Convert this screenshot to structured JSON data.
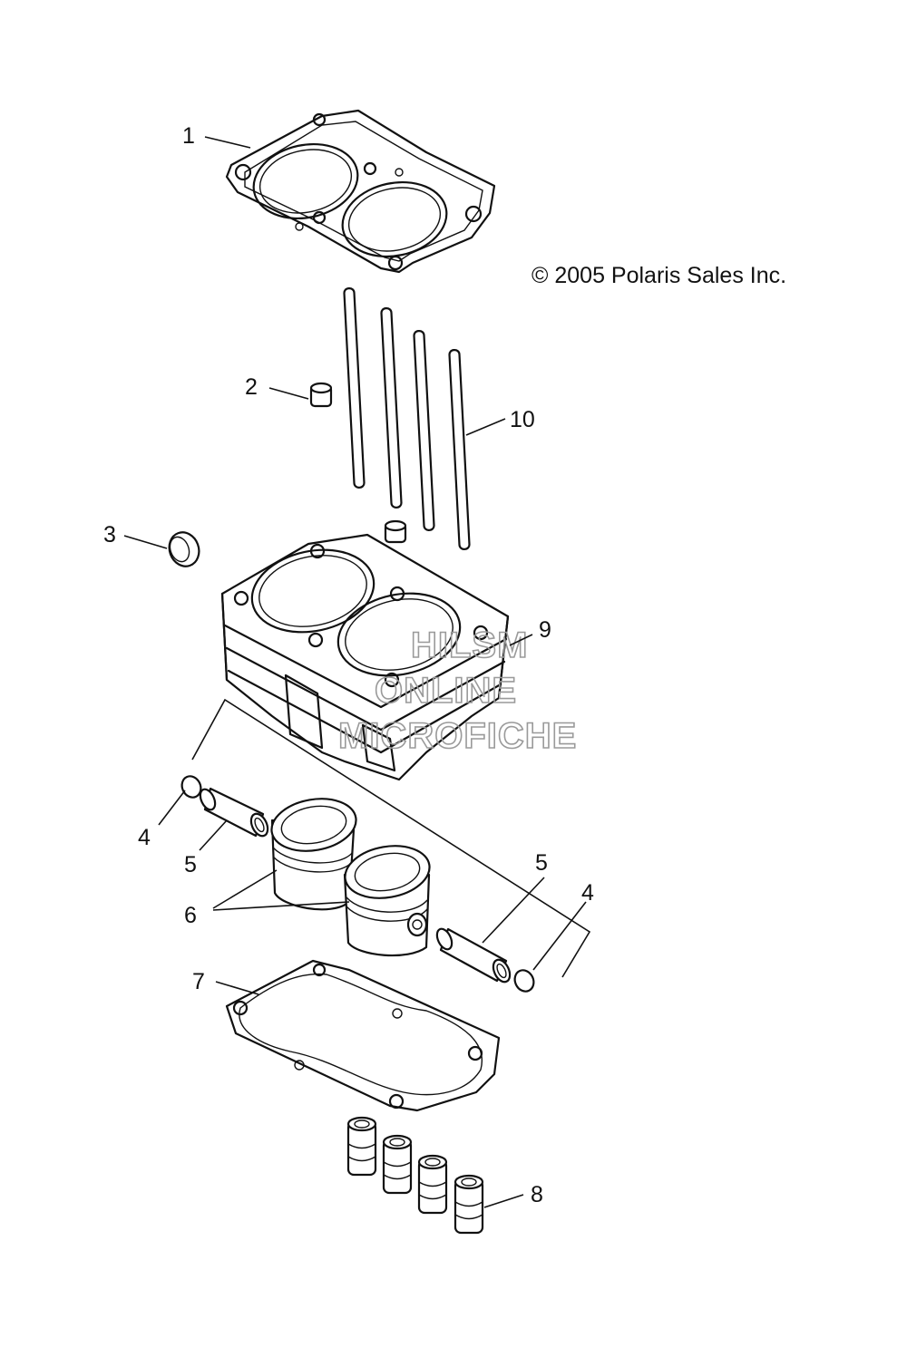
{
  "copyright": "© 2005 Polaris Sales Inc.",
  "watermark": [
    "HILSM",
    "ONLINE",
    "MICROFICHE"
  ],
  "callouts": [
    {
      "id": "1",
      "part": "cylinder head gasket"
    },
    {
      "id": "2",
      "part": "dowel"
    },
    {
      "id": "3",
      "part": "plug"
    },
    {
      "id": "4",
      "part": "piston pin circlip (left)"
    },
    {
      "id": "5",
      "part": "piston pin (left)"
    },
    {
      "id": "6",
      "part": "piston"
    },
    {
      "id": "4",
      "part": "piston pin circlip (right)"
    },
    {
      "id": "5",
      "part": "piston pin (right)"
    },
    {
      "id": "7",
      "part": "cylinder base gasket"
    },
    {
      "id": "8",
      "part": "stud sleeve"
    },
    {
      "id": "9",
      "part": "cylinder"
    },
    {
      "id": "10",
      "part": "stud"
    }
  ],
  "colors": {
    "line": "#111111",
    "background": "#ffffff",
    "watermark": "#9a9a9a"
  }
}
